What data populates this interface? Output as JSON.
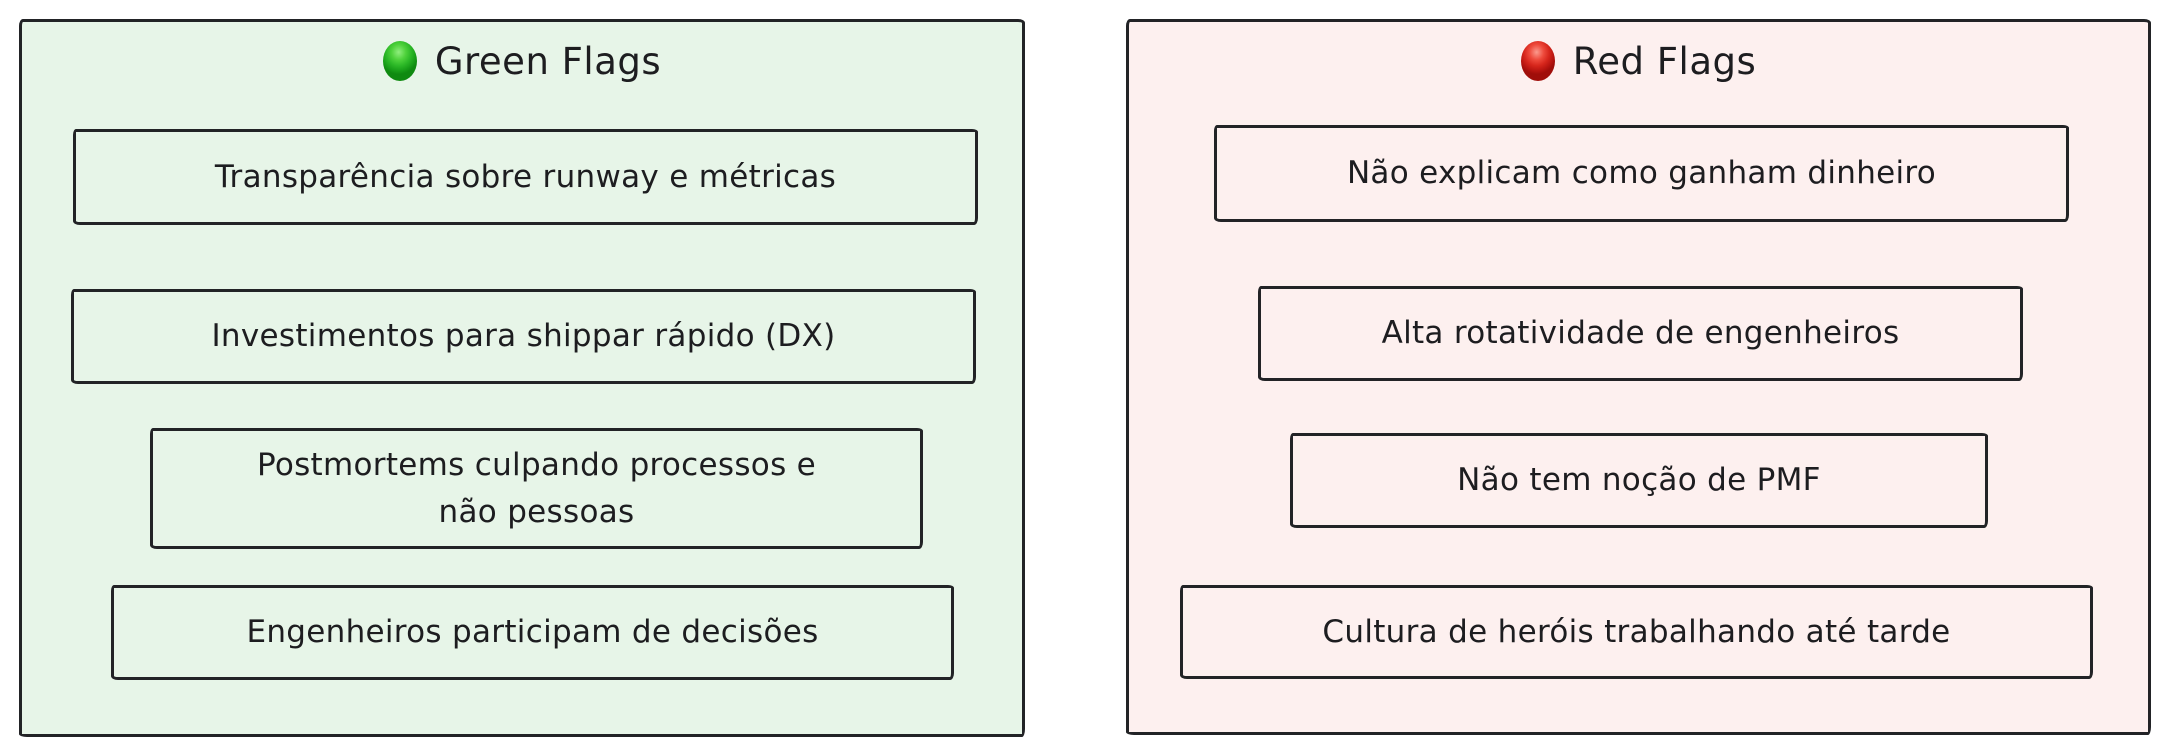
{
  "diagram": {
    "background": "#ffffff",
    "stroke_color": "#222326",
    "text_color": "#1d1d20"
  },
  "panels": [
    {
      "id": "green-flags",
      "title": "Green Flags",
      "icon": "green-circle-icon",
      "icon_color": "#2cb827",
      "background": "#e7f5e8",
      "items": [
        "Transparência sobre runway e métricas",
        "Investimentos para shippar rápido (DX)",
        "Postmortems culpando processos e não pessoas",
        "Engenheiros participam de decisões"
      ]
    },
    {
      "id": "red-flags",
      "title": "Red Flags",
      "icon": "red-circle-icon",
      "icon_color": "#d6261c",
      "background": "#fdf0ef",
      "items": [
        "Não explicam como ganham dinheiro",
        "Alta rotatividade de engenheiros",
        "Não tem noção de PMF",
        "Cultura de heróis trabalhando até tarde"
      ]
    }
  ]
}
